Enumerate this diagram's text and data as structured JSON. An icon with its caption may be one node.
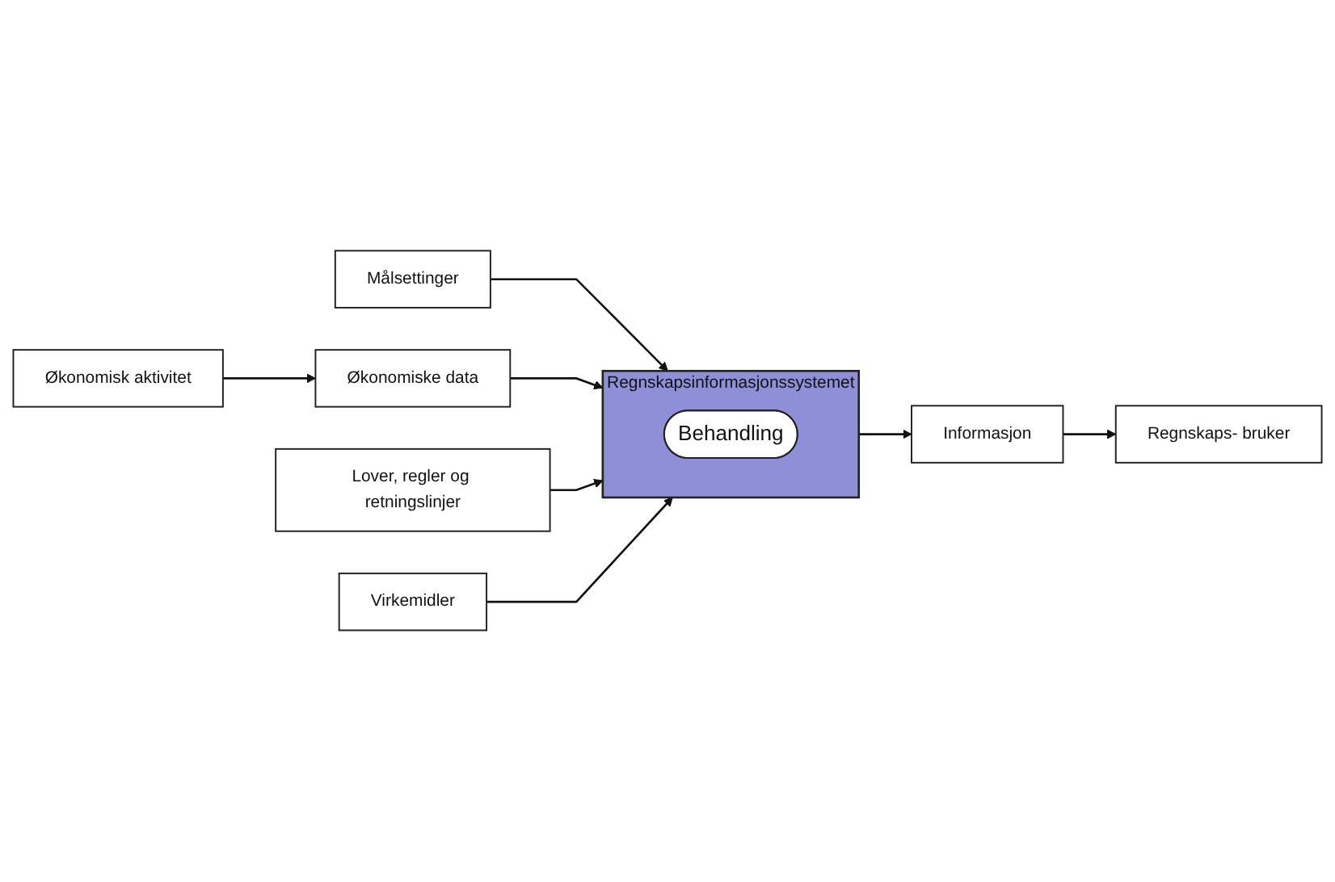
{
  "diagram": {
    "nodes": [
      {
        "text": [
          "Økonomisk aktivitet"
        ]
      },
      {
        "text": [
          "Målsettinger"
        ]
      },
      {
        "text": [
          "Regnskaps- bruker"
        ]
      },
      {
        "text": [
          "Økonomiske data"
        ]
      },
      {
        "text": [
          "Regnskapsinformasjonssystemet"
        ]
      },
      {
        "text": [
          "Behandling"
        ],
        "in": 4
      },
      {
        "text": [
          "Informasjon"
        ]
      },
      {
        "text": [
          "Lover, regler og retningslinjer"
        ]
      },
      {
        "text": [
          "Virkemidler"
        ]
      }
    ],
    "edges": [
      {
        "from": 0,
        "to": 3,
        "arrow": "to"
      },
      {
        "from": 1,
        "to": 4,
        "arrow": "to"
      },
      {
        "from": 3,
        "to": 4,
        "arrow": "to"
      },
      {
        "from": 4,
        "to": 6,
        "arrow": "to"
      },
      {
        "from": 6,
        "to": 2,
        "arrow": "to"
      },
      {
        "from": 7,
        "to": 4,
        "arrow": "to"
      },
      {
        "from": 8,
        "to": 4,
        "arrow": "to"
      }
    ]
  }
}
